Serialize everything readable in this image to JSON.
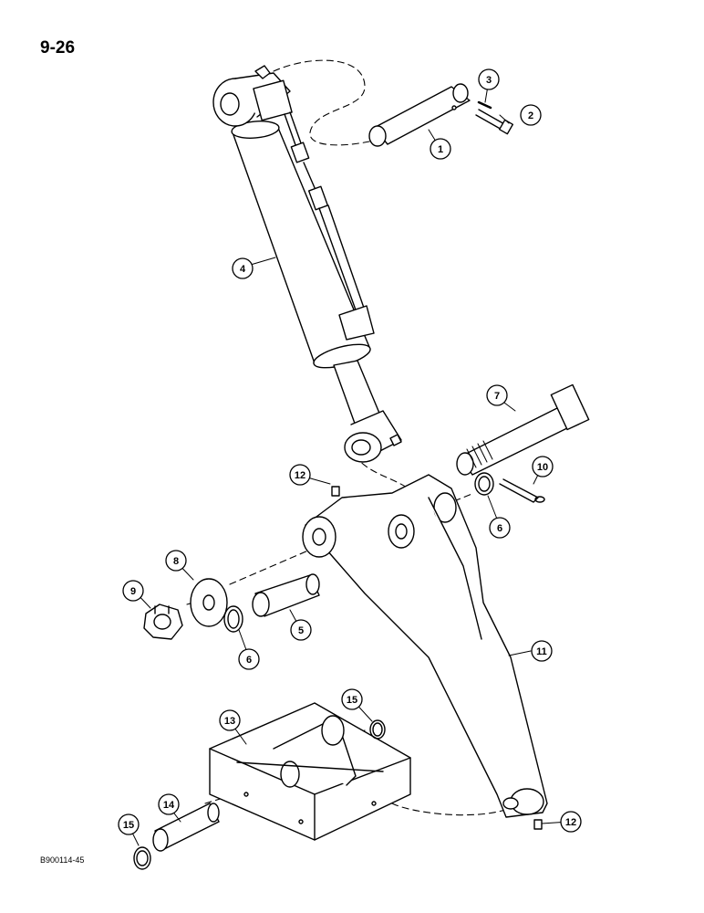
{
  "page": {
    "page_number": "9-26",
    "figure_code": "B900114-45"
  },
  "callouts": [
    {
      "id": "c1",
      "label": "1"
    },
    {
      "id": "c2",
      "label": "2"
    },
    {
      "id": "c3",
      "label": "3"
    },
    {
      "id": "c4",
      "label": "4"
    },
    {
      "id": "c5",
      "label": "5"
    },
    {
      "id": "c6a",
      "label": "6"
    },
    {
      "id": "c6b",
      "label": "6"
    },
    {
      "id": "c7",
      "label": "7"
    },
    {
      "id": "c8",
      "label": "8"
    },
    {
      "id": "c9",
      "label": "9"
    },
    {
      "id": "c10",
      "label": "10"
    },
    {
      "id": "c11",
      "label": "11"
    },
    {
      "id": "c12a",
      "label": "12"
    },
    {
      "id": "c12b",
      "label": "12"
    },
    {
      "id": "c13",
      "label": "13"
    },
    {
      "id": "c14",
      "label": "14"
    },
    {
      "id": "c15a",
      "label": "15"
    },
    {
      "id": "c15b",
      "label": "15"
    }
  ]
}
